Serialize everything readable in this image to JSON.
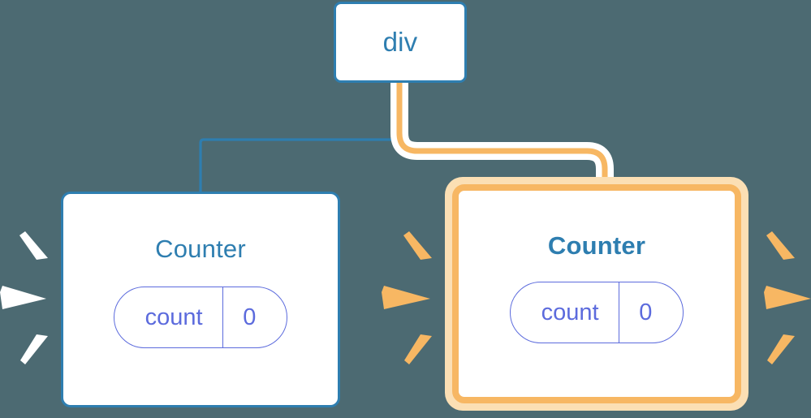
{
  "diagram": {
    "title": "React component tree re-render highlight",
    "background_color": "#4c6a72",
    "nodes": {
      "root": {
        "label": "div",
        "border_color": "#2e7eb0",
        "highlighted": false
      },
      "counter_left": {
        "label": "Counter",
        "border_color": "#2e7eb0",
        "highlighted": false,
        "state": {
          "name": "count",
          "value": "0",
          "color": "#5c6bdd"
        }
      },
      "counter_right": {
        "label": "Counter",
        "border_color": "#f7b763",
        "glow_color": "#fbdfb4",
        "highlighted": true,
        "state": {
          "name": "count",
          "value": "0",
          "color": "#5c6bdd"
        }
      }
    },
    "edges": [
      {
        "name": "div-to-counter-left",
        "from": "root",
        "to": "counter_left",
        "color": "#2e7eb0",
        "highlighted": false
      },
      {
        "name": "div-to-counter-right",
        "from": "root",
        "to": "counter_right",
        "color": "#f7b763",
        "halo_color": "#ffffff",
        "highlighted": true
      }
    ],
    "sparkles": [
      {
        "name": "sparkle-left-of-left-counter",
        "color": "#ffffff",
        "rays": 3
      },
      {
        "name": "sparkle-right-of-left-counter",
        "color": "#f7b763",
        "rays": 3
      },
      {
        "name": "sparkle-right-of-right-counter",
        "color": "#f7b763",
        "rays": 3
      }
    ]
  }
}
